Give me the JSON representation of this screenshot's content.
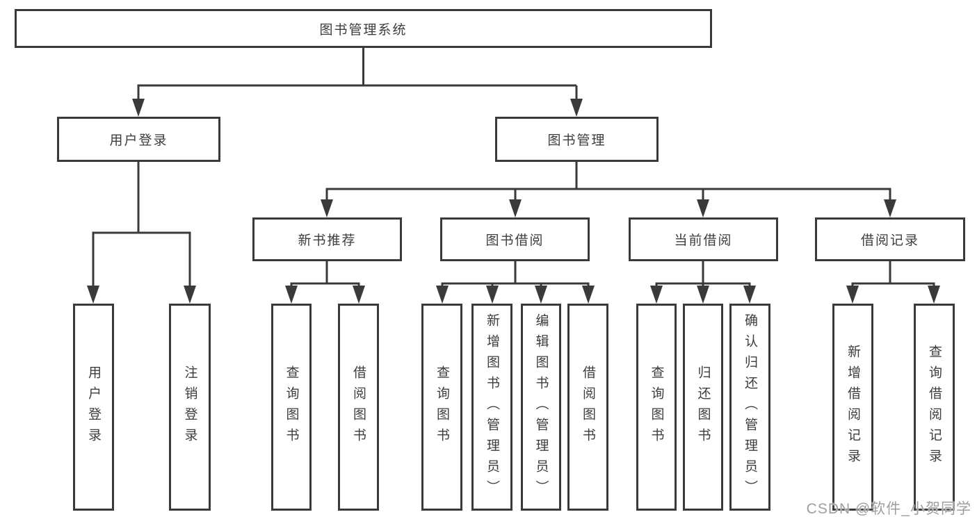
{
  "diagram_title": "图书管理系统",
  "colors": {
    "line": "#3a3a3a",
    "box_border": "#3a3a3a",
    "text": "#3d3d3d",
    "watermark": "#9e9e9e",
    "background": "#ffffff"
  },
  "nodes": {
    "root": {
      "label": "图书管理系统"
    },
    "userLogin": {
      "label": "用户登录"
    },
    "bookMgmt": {
      "label": "图书管理"
    },
    "newBookRec": {
      "label": "新书推荐"
    },
    "bookBorrow": {
      "label": "图书借阅"
    },
    "currentBorrow": {
      "label": "当前借阅"
    },
    "borrowRecords": {
      "label": "借阅记录"
    },
    "userLoginLeaf": {
      "label": "用户登录"
    },
    "logoutLeaf": {
      "label": "注销登录"
    },
    "queryBooks1": {
      "label": "查询图书"
    },
    "borrowBooks1": {
      "label": "借阅图书"
    },
    "queryBooks2": {
      "label": "查询图书"
    },
    "addBooks": {
      "label": "新增图书（管理员）"
    },
    "editBooks": {
      "label": "编辑图书（管理员）"
    },
    "borrowBooks2": {
      "label": "借阅图书"
    },
    "queryBooks3": {
      "label": "查询图书"
    },
    "returnBooks": {
      "label": "归还图书"
    },
    "confirmReturn": {
      "label": "确认归还（管理员）"
    },
    "addBorrowRecord": {
      "label": "新增借阅记录"
    },
    "queryBorrowRecord": {
      "label": "查询借阅记录"
    }
  },
  "hierarchy": {
    "图书管理系统": {
      "用户登录": [
        "用户登录",
        "注销登录"
      ],
      "图书管理": {
        "新书推荐": [
          "查询图书",
          "借阅图书"
        ],
        "图书借阅": [
          "查询图书",
          "新增图书（管理员）",
          "编辑图书（管理员）",
          "借阅图书"
        ],
        "当前借阅": [
          "查询图书",
          "归还图书",
          "确认归还（管理员）"
        ],
        "借阅记录": [
          "新增借阅记录",
          "查询借阅记录"
        ]
      }
    }
  },
  "watermark": {
    "text": "CSDN @软件_小贺同学"
  }
}
